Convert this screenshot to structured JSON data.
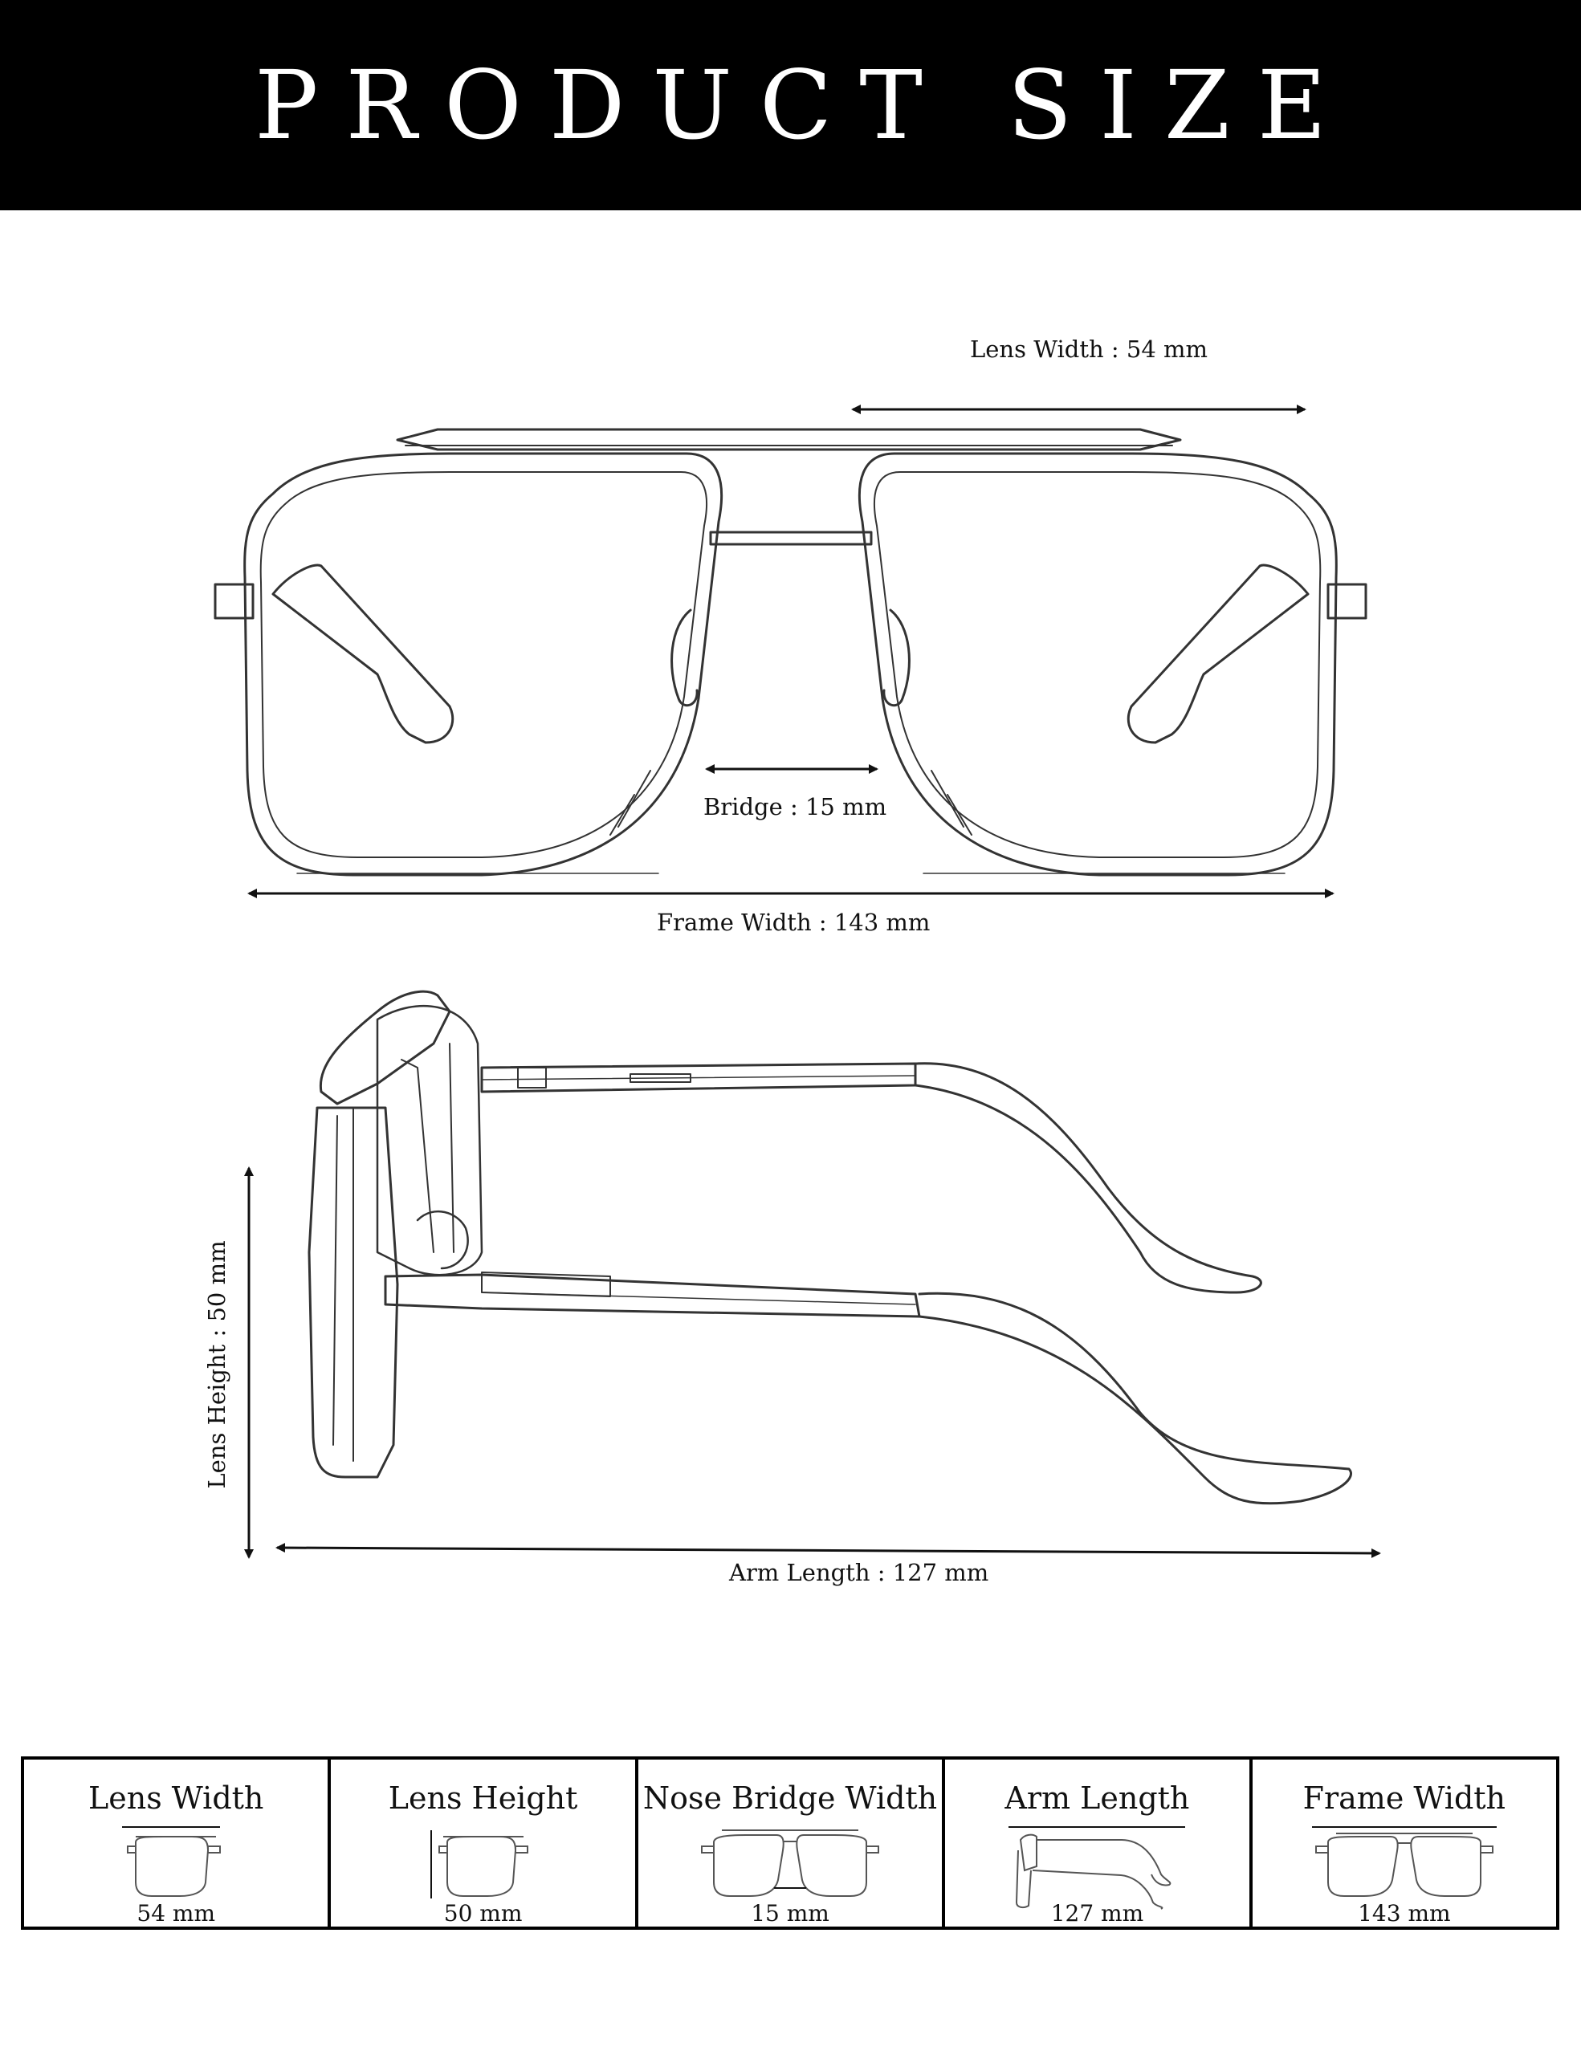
{
  "header": {
    "title": "PRODUCT SIZE"
  },
  "front_view": {
    "lens_width_label": "Lens Width : 54 mm",
    "bridge_label": "Bridge :  15 mm",
    "frame_width_label": "Frame Width : 143 mm"
  },
  "side_view": {
    "lens_height_label": "Lens Height : 50 mm",
    "arm_length_label": "Arm Length : 127 mm"
  },
  "size_table": {
    "cells": [
      {
        "title": "Lens Width",
        "value": "54 mm",
        "icon": "front-glasses-icon"
      },
      {
        "title": "Lens Height",
        "value": "50 mm",
        "icon": "front-glasses-icon"
      },
      {
        "title": "Nose Bridge Width",
        "value": "15 mm",
        "icon": "front-glasses-icon"
      },
      {
        "title": "Arm Length",
        "value": "127 mm",
        "icon": "side-glasses-icon"
      },
      {
        "title": "Frame Width",
        "value": "143 mm",
        "icon": "front-glasses-icon"
      }
    ]
  },
  "colors": {
    "header_bg": "#000000",
    "header_text": "#ffffff",
    "ink": "#111111"
  }
}
